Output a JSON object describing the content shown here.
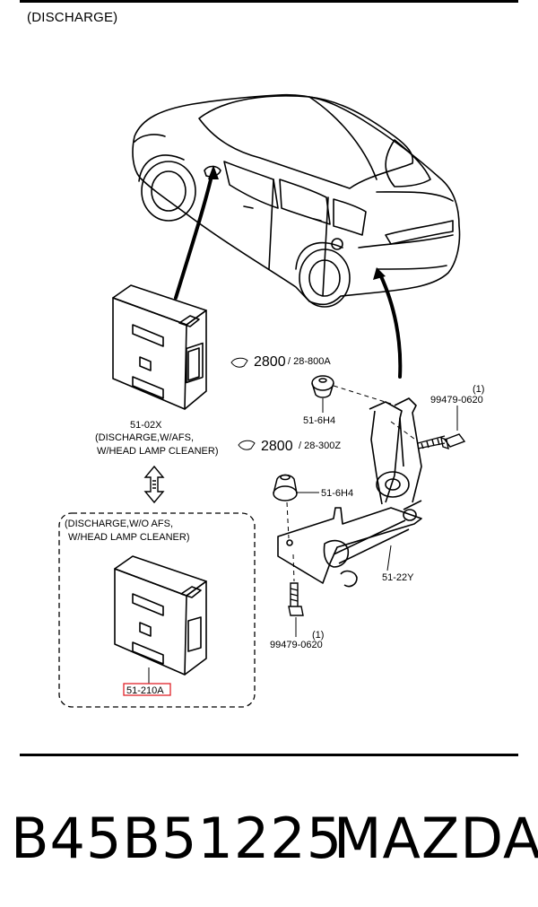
{
  "header": {
    "title": "(DISCHARGE)"
  },
  "callouts": {
    "ref_upper_code": "2800",
    "ref_upper_suffix": "/ 28-800A",
    "ref_lower_code": "2800",
    "ref_lower_suffix": "/ 28-300Z"
  },
  "parts": {
    "module_upper": "51-02X",
    "module_upper_note_1": "(DISCHARGE,W/AFS,",
    "module_upper_note_2": "W/HEAD LAMP CLEANER)",
    "module_lower_note_1": "(DISCHARGE,W/O AFS,",
    "module_lower_note_2": "W/HEAD LAMP CLEANER)",
    "module_lower": "51-210A",
    "clip_upper": "51-6H4",
    "clip_lower": "51-6H4",
    "bracket": "51-22Y",
    "bolt_upper_qty": "(1)",
    "bolt_upper": "99479-0620",
    "bolt_lower_qty": "(1)",
    "bolt_lower": "99479-0620"
  },
  "footer": {
    "part_number": "B45B51225",
    "brand": "MAZDA"
  },
  "colors": {
    "highlight": "#e0222a",
    "line": "#000000"
  }
}
